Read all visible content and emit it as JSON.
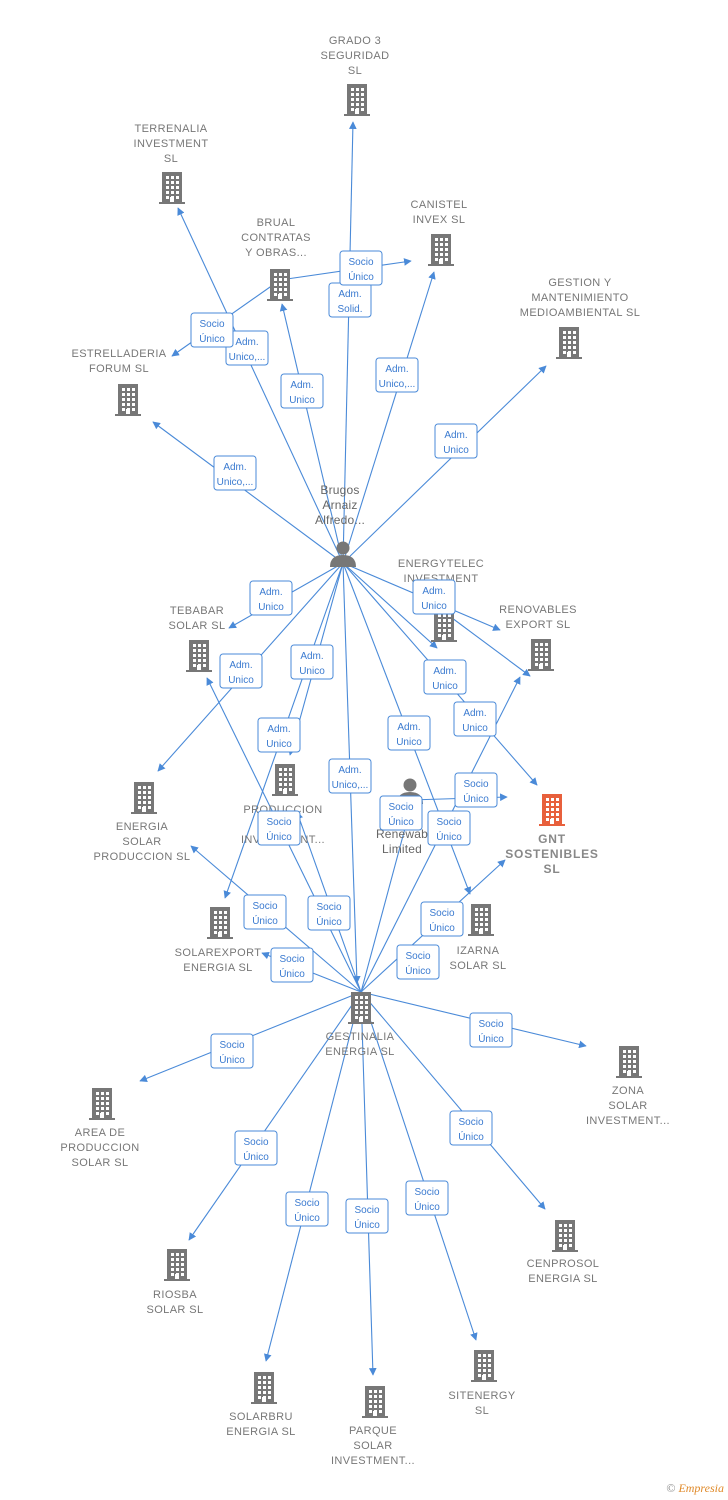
{
  "colors": {
    "edge": "#4a8ad8",
    "node": "#777777",
    "highlight": "#e8603c"
  },
  "nodes": [
    {
      "id": "grado3",
      "label": [
        "GRADO 3",
        "SEGURIDAD",
        "SL"
      ],
      "kind": "company"
    },
    {
      "id": "terrenalia",
      "label": [
        "TERRENALIA",
        "INVESTMENT",
        "SL"
      ],
      "kind": "company"
    },
    {
      "id": "canistel",
      "label": [
        "CANISTEL",
        "INVEX  SL"
      ],
      "kind": "company"
    },
    {
      "id": "brual",
      "label": [
        "BRUAL",
        "CONTRATAS",
        "Y OBRAS..."
      ],
      "kind": "company"
    },
    {
      "id": "gestionmant",
      "label": [
        "GESTION Y",
        "MANTENIMIENTO",
        "MEDIOAMBIENTAL SL"
      ],
      "kind": "company"
    },
    {
      "id": "estrelladeria",
      "label": [
        "ESTRELLADERIA",
        "FORUM  SL"
      ],
      "kind": "company"
    },
    {
      "id": "brugos",
      "label": [
        "Brugos",
        "Arnaiz",
        "Alfredo..."
      ],
      "kind": "person"
    },
    {
      "id": "energytelec",
      "label": [
        "ENERGYTELEC",
        "INVESTMENT"
      ],
      "kind": "company"
    },
    {
      "id": "tebabar",
      "label": [
        "TEBABAR",
        "SOLAR  SL"
      ],
      "kind": "company"
    },
    {
      "id": "renovables",
      "label": [
        "RENOVABLES",
        "EXPORT  SL"
      ],
      "kind": "company"
    },
    {
      "id": "energiasolar",
      "label": [
        "ENERGIA",
        "SOLAR",
        "PRODUCCION SL"
      ],
      "kind": "company"
    },
    {
      "id": "produccion",
      "label": [
        "PRODUCCION",
        "",
        "INVESTMENT..."
      ],
      "kind": "company"
    },
    {
      "id": "renewab",
      "label": [
        "Renewab",
        "Limited"
      ],
      "kind": "person"
    },
    {
      "id": "gnt",
      "label": [
        "GNT",
        "SOSTENIBLES",
        "SL"
      ],
      "kind": "main"
    },
    {
      "id": "solarexport",
      "label": [
        "SOLAREXPORT",
        "ENERGIA  SL"
      ],
      "kind": "company"
    },
    {
      "id": "izarna",
      "label": [
        "IZARNA",
        "SOLAR  SL"
      ],
      "kind": "company"
    },
    {
      "id": "gestinalia",
      "label": [
        "GESTINALIA",
        "ENERGIA  SL"
      ],
      "kind": "company"
    },
    {
      "id": "zona",
      "label": [
        "ZONA",
        "SOLAR",
        "INVESTMENT..."
      ],
      "kind": "company"
    },
    {
      "id": "areaprod",
      "label": [
        "AREA DE",
        "PRODUCCION",
        "SOLAR  SL"
      ],
      "kind": "company"
    },
    {
      "id": "cenprosol",
      "label": [
        "CENPROSOL",
        "ENERGIA  SL"
      ],
      "kind": "company"
    },
    {
      "id": "riosba",
      "label": [
        "RIOSBA",
        "SOLAR  SL"
      ],
      "kind": "company"
    },
    {
      "id": "sitenergy",
      "label": [
        "SITENERGY",
        "SL"
      ],
      "kind": "company"
    },
    {
      "id": "solarbru",
      "label": [
        "SOLARBRU",
        "ENERGIA  SL"
      ],
      "kind": "company"
    },
    {
      "id": "parque",
      "label": [
        "PARQUE",
        "SOLAR",
        "INVESTMENT..."
      ],
      "kind": "company"
    }
  ],
  "edges": [
    {
      "from": "brugos",
      "to": "grado3",
      "label": [
        "Adm.",
        "Solid."
      ]
    },
    {
      "from": "brugos",
      "to": "terrenalia",
      "label": [
        "Adm.",
        "Unico,..."
      ]
    },
    {
      "from": "brugos",
      "to": "canistel",
      "label": [
        "Adm.",
        "Unico,..."
      ]
    },
    {
      "from": "brugos",
      "to": "brual",
      "label": [
        "Adm.",
        "Unico"
      ]
    },
    {
      "from": "brual",
      "to": "canistel",
      "label": [
        "Socio",
        "Único"
      ]
    },
    {
      "from": "brual",
      "to": "estrelladeria",
      "label": [
        "Socio",
        "Único"
      ]
    },
    {
      "from": "brugos",
      "to": "gestionmant",
      "label": [
        "Adm.",
        "Unico"
      ]
    },
    {
      "from": "brugos",
      "to": "estrelladeria",
      "label": [
        "Adm.",
        "Unico,..."
      ]
    },
    {
      "from": "brugos",
      "to": "tebabar",
      "label": [
        "Adm.",
        "Unico"
      ]
    },
    {
      "from": "brugos",
      "to": "renovables",
      "label": [
        "Adm.",
        "Unico"
      ]
    },
    {
      "from": "brugos",
      "to": "energiasolar",
      "label": [
        "Adm.",
        "Unico"
      ]
    },
    {
      "from": "brugos",
      "to": "energytelec",
      "label": [
        "Adm.",
        "Unico"
      ]
    },
    {
      "from": "brugos",
      "to": "produccion",
      "label": [
        "Adm.",
        "Unico"
      ]
    },
    {
      "from": "brugos",
      "to": "solarexport",
      "label": [
        "Adm.",
        "Unico"
      ]
    },
    {
      "from": "brugos",
      "to": "gestinalia",
      "label": [
        "Adm.",
        "Unico,..."
      ]
    },
    {
      "from": "brugos",
      "to": "izarna",
      "label": [
        "Adm.",
        "Unico"
      ]
    },
    {
      "from": "brugos",
      "to": "gnt",
      "label": [
        "Adm.",
        "Unico"
      ]
    },
    {
      "from": "renewab",
      "to": "gnt",
      "label": [
        "Socio",
        "Único"
      ]
    },
    {
      "from": "energytelec",
      "to": "renovables",
      "label": [
        "Socio",
        "Único"
      ]
    },
    {
      "from": "gestinalia",
      "to": "renovables",
      "label": [
        "Socio",
        "Único"
      ]
    },
    {
      "from": "gestinalia",
      "to": "tebabar",
      "label": [
        "Socio",
        "Único"
      ]
    },
    {
      "from": "gestinalia",
      "to": "energiasolar",
      "label": [
        "Socio",
        "Único"
      ]
    },
    {
      "from": "gestinalia",
      "to": "produccion",
      "label": [
        "Socio",
        "Único"
      ]
    },
    {
      "from": "gestinalia",
      "to": "solarexport",
      "label": [
        "Socio",
        "Único"
      ]
    },
    {
      "from": "gestinalia",
      "to": "izarna",
      "label": [
        "Socio",
        "Único"
      ]
    },
    {
      "from": "gestinalia",
      "to": "renewab",
      "label": [
        "Socio",
        "Único"
      ]
    },
    {
      "from": "gestinalia",
      "to": "zona",
      "label": [
        "Socio",
        "Único"
      ]
    },
    {
      "from": "gestinalia",
      "to": "areaprod",
      "label": [
        "Socio",
        "Único"
      ]
    },
    {
      "from": "gestinalia",
      "to": "cenprosol",
      "label": [
        "Socio",
        "Único"
      ]
    },
    {
      "from": "gestinalia",
      "to": "riosba",
      "label": [
        "Socio",
        "Único"
      ]
    },
    {
      "from": "gestinalia",
      "to": "sitenergy",
      "label": [
        "Socio",
        "Único"
      ]
    },
    {
      "from": "gestinalia",
      "to": "solarbru",
      "label": [
        "Socio",
        "Único"
      ]
    },
    {
      "from": "gestinalia",
      "to": "parque",
      "label": [
        "Socio",
        "Único"
      ]
    }
  ],
  "footer": {
    "copyright": "©",
    "brand": "Empresia"
  }
}
